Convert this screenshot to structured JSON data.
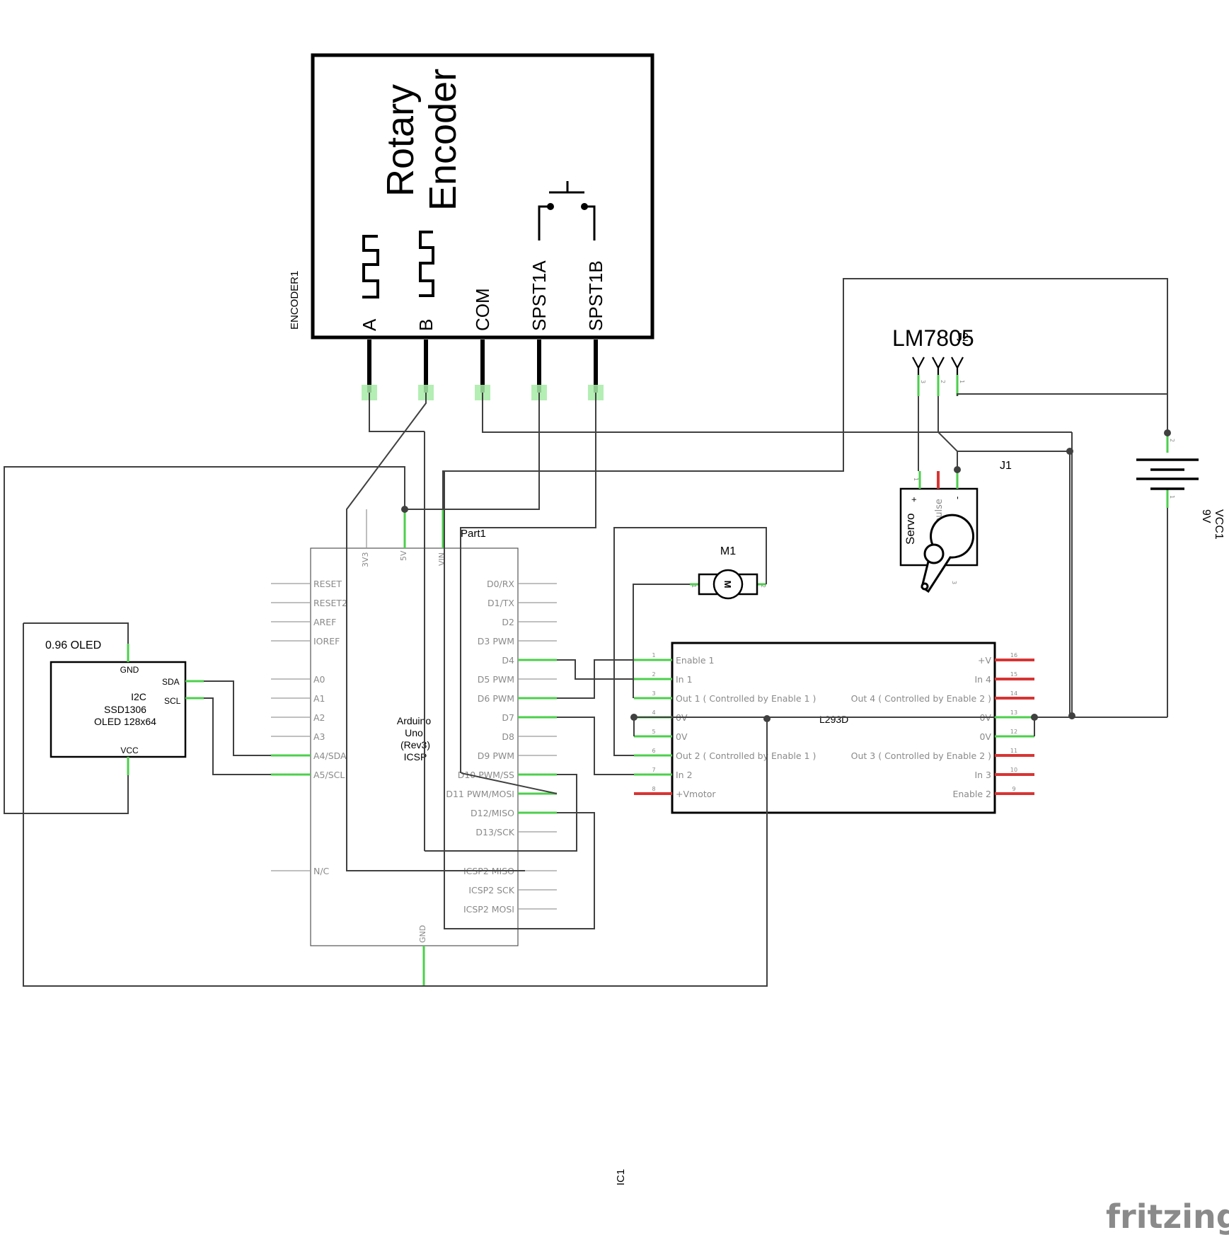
{
  "encoder": {
    "title_line1": "Rotary",
    "title_line2": "Encoder",
    "ref": "ENCODER1",
    "pins": [
      "A",
      "B",
      "COM",
      "SPST1A",
      "SPST1B"
    ]
  },
  "arduino": {
    "part_label": "Part1",
    "name_lines": [
      "Arduino",
      "Uno",
      "(Rev3)",
      "ICSP"
    ],
    "ref": "IC1",
    "top_pins": [
      "3V3",
      "5V",
      "VIN"
    ],
    "bottom_pin": "GND",
    "left_pins": [
      "RESET",
      "RESET2",
      "AREF",
      "IOREF",
      "A0",
      "A1",
      "A2",
      "A3",
      "A4/SDA",
      "A5/SCL",
      "N/C"
    ],
    "right_pins": [
      "D0/RX",
      "D1/TX",
      "D2",
      "D3 PWM",
      "D4",
      "D5 PWM",
      "D6 PWM",
      "D7",
      "D8",
      "D9 PWM",
      "D10 PWM/SS",
      "D11 PWM/MOSI",
      "D12/MISO",
      "D13/SCK",
      "ICSP2 MISO",
      "ICSP2 SCK",
      "ICSP2 MOSI"
    ]
  },
  "oled": {
    "title": "0.96 OLED",
    "desc_lines": [
      "I2C",
      "SSD1306",
      "OLED 128x64"
    ],
    "pin_gnd": "GND",
    "pin_vcc": "VCC",
    "pin_sda": "SDA",
    "pin_scl": "SCL"
  },
  "l293d": {
    "name": "L293D",
    "left_pins": [
      {
        "num": "1",
        "label": "Enable 1"
      },
      {
        "num": "2",
        "label": "In 1"
      },
      {
        "num": "3",
        "label": "Out 1 ( Controlled by Enable 1 )"
      },
      {
        "num": "4",
        "label": "0V"
      },
      {
        "num": "5",
        "label": "0V"
      },
      {
        "num": "6",
        "label": "Out 2 ( Controlled by Enable 1 )"
      },
      {
        "num": "7",
        "label": "In 2"
      },
      {
        "num": "8",
        "label": "+Vmotor"
      }
    ],
    "right_pins": [
      {
        "num": "16",
        "label": "+V"
      },
      {
        "num": "15",
        "label": "In 4"
      },
      {
        "num": "14",
        "label": "Out 4 ( Controlled by Enable 2 )"
      },
      {
        "num": "13",
        "label": "0V"
      },
      {
        "num": "12",
        "label": "0V"
      },
      {
        "num": "11",
        "label": "Out 3 ( Controlled by Enable 2 )"
      },
      {
        "num": "10",
        "label": "In 3"
      },
      {
        "num": "9",
        "label": "Enable 2"
      }
    ]
  },
  "motor": {
    "ref": "M1",
    "symbol": "M",
    "pin1": "1",
    "pin2": "2"
  },
  "regulator": {
    "label": "LM7805",
    "ref": "J2",
    "pins": [
      "3",
      "2",
      "1"
    ]
  },
  "servo": {
    "ref": "J1",
    "name": "Servo",
    "pin_plus": "+",
    "pin_pulse": "pulse",
    "pin_minus": "-",
    "num1": "1",
    "num3": "3"
  },
  "battery": {
    "ref": "VCC1",
    "value": "9V",
    "pin1": "1",
    "pin2": "2"
  },
  "branding": {
    "logo": "fritzing"
  },
  "colors": {
    "connected_pin": "#3cc83c",
    "unconnected_pin": "#d83434",
    "wire": "#404040",
    "pin_label": "#8a8a8a"
  }
}
